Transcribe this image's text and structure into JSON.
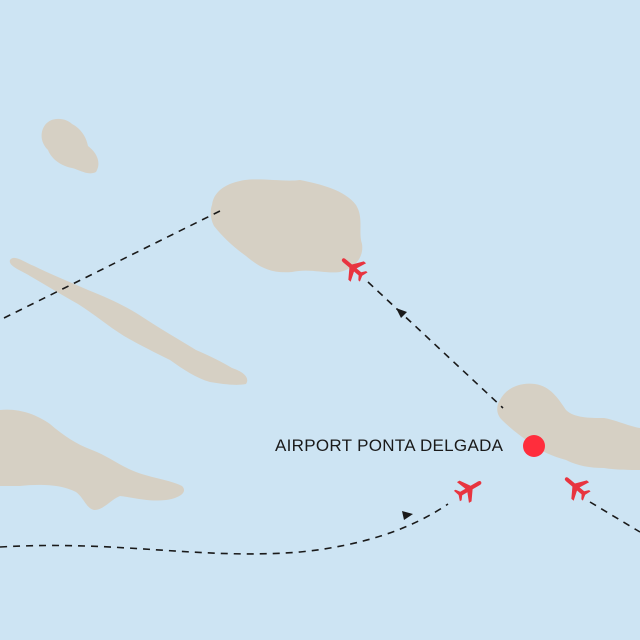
{
  "map": {
    "colors": {
      "sea": "#cde4f3",
      "land": "#d6d0c4",
      "plane": "#e8343f",
      "marker": "#ff2d3c",
      "route": "#1a1a1a"
    },
    "marker": {
      "label": "AIRPORT PONTA DELGADA",
      "icon": "location-dot-icon"
    },
    "planes": [
      {
        "icon": "airplane-icon",
        "heading": "northwest"
      },
      {
        "icon": "airplane-icon",
        "heading": "northeast"
      },
      {
        "icon": "airplane-icon",
        "heading": "northwest"
      }
    ],
    "routes": [
      "dashed-route",
      "dashed-route",
      "dashed-route",
      "dashed-route"
    ]
  }
}
